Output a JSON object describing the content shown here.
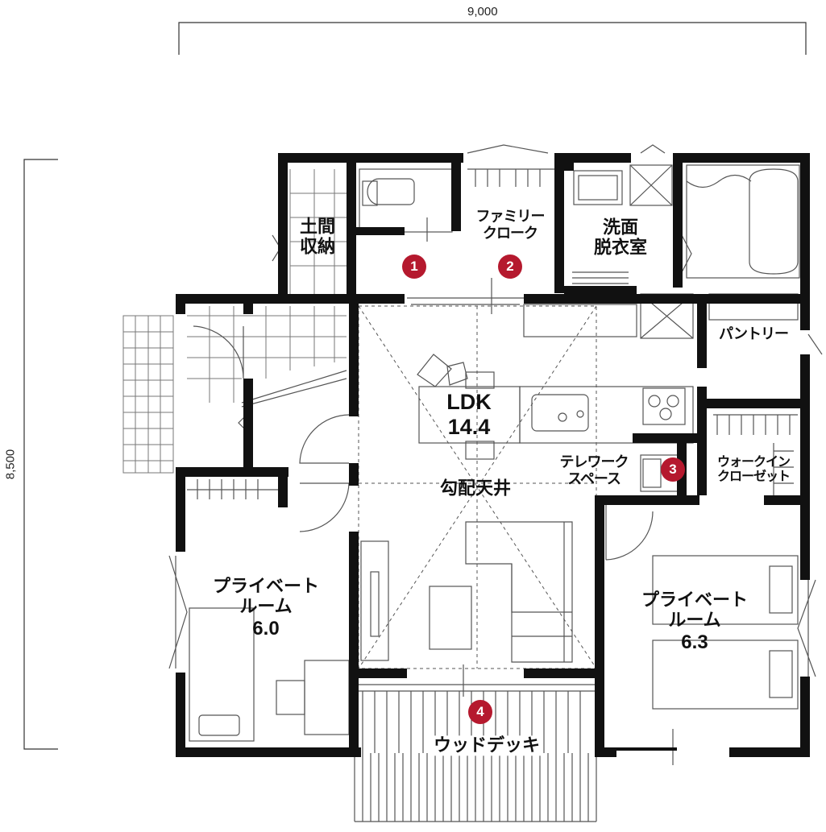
{
  "dimensions": {
    "width": "9,000",
    "depth": "8,500"
  },
  "rooms": {
    "doma_storage": [
      "土間",
      "収納"
    ],
    "family_cloak": [
      "ファミリー",
      "クローク"
    ],
    "washroom": [
      "洗面",
      "脱衣室"
    ],
    "pantry": "パントリー",
    "ldk": [
      "LDK",
      "14.4"
    ],
    "sloped_ceiling": "勾配天井",
    "telework": [
      "テレワーク",
      "スペース"
    ],
    "walk_in_closet": [
      "ウォークイン",
      "クローゼット"
    ],
    "private_left": [
      "プライベート",
      "ルーム",
      "6.0"
    ],
    "private_right": [
      "プライベート",
      "ルーム",
      "6.3"
    ],
    "wood_deck": "ウッドデッキ"
  },
  "markers": [
    "1",
    "2",
    "3",
    "4"
  ],
  "colors": {
    "wall": "#111111",
    "line": "#555555",
    "marker": "#b5192e"
  }
}
